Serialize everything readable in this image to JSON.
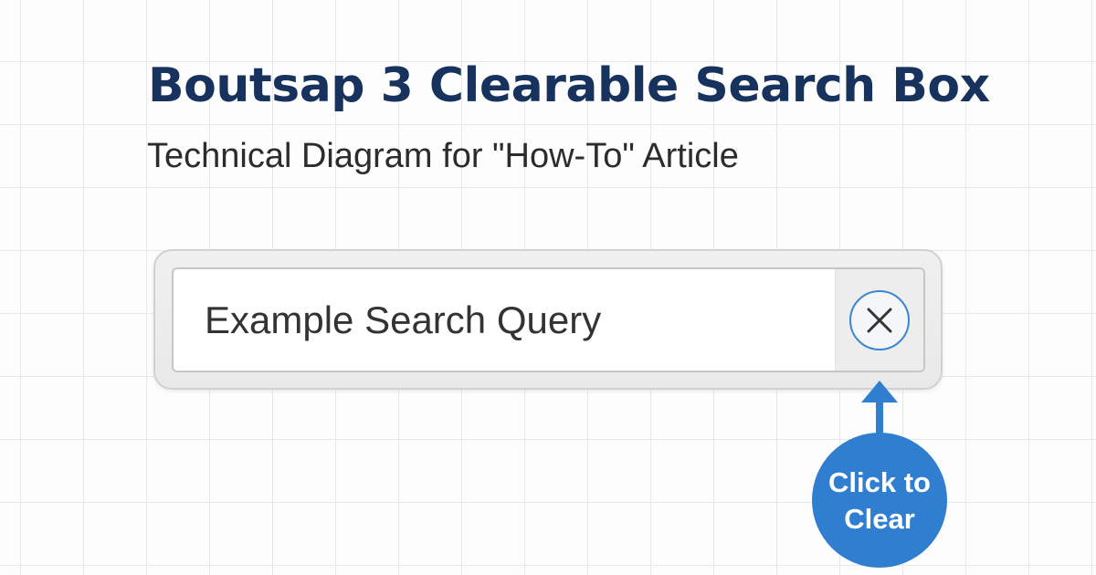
{
  "diagram": {
    "title": "Boutsap 3 Clearable Search Box",
    "subtitle": "Technical Diagram for \"How-To\" Article",
    "search": {
      "value": "Example Search Query"
    },
    "clear_icon": "close-icon",
    "callout": {
      "label": "Click to Clear"
    },
    "colors": {
      "title": "#17325c",
      "accent": "#2f7ed0",
      "icon_ring": "#3a86d4",
      "grid": "#e6e8ea"
    }
  }
}
